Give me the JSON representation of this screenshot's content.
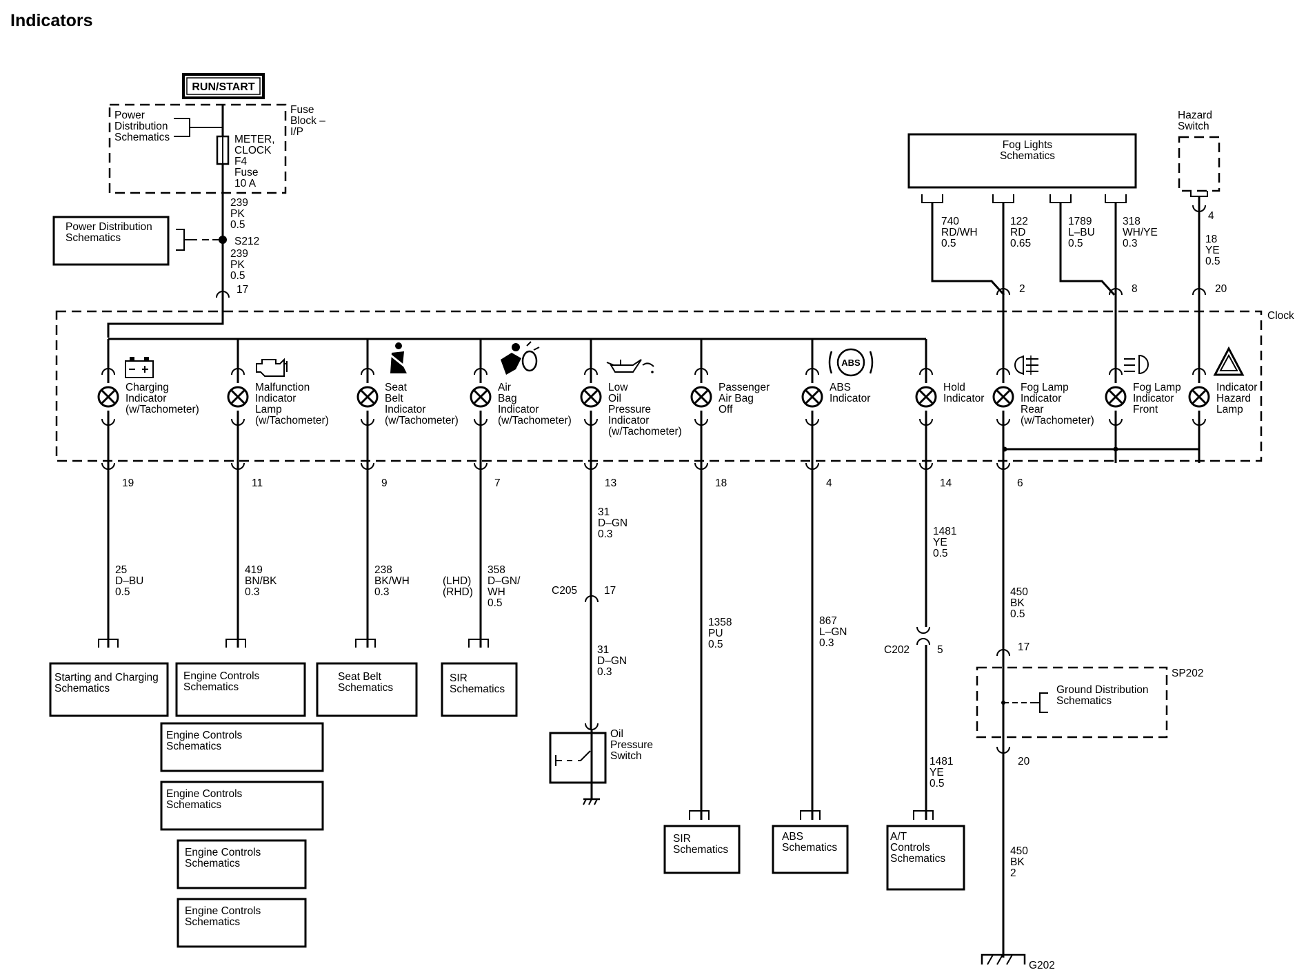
{
  "title": "Indicators",
  "run_start": "RUN/START",
  "fuse_block": {
    "label": [
      "Fuse",
      "Block –",
      "I/P"
    ],
    "power_dist": [
      "Power",
      "Distribution",
      "Schematics"
    ],
    "fuse": [
      "METER,",
      "CLOCK",
      "F4",
      "Fuse",
      "10 A"
    ]
  },
  "power_dist_box": [
    "Power Distribution",
    "Schematics"
  ],
  "splice": "S212",
  "wire_upper": [
    "239",
    "PK",
    "0.5"
  ],
  "wire_lower": [
    "239",
    "PK",
    "0.5"
  ],
  "clock_label": "Clock",
  "clock_pin_top": "17",
  "indicators": [
    {
      "label": [
        "Charging",
        "Indicator",
        "(w/Tachometer)"
      ],
      "pin": "19",
      "wire": [
        "25",
        "D–BU",
        "0.5"
      ],
      "symbol": "battery-icon"
    },
    {
      "label": [
        "Malfunction",
        "Indicator",
        "Lamp",
        "(w/Tachometer)"
      ],
      "pin": "11",
      "wire": [
        "419",
        "BN/BK",
        "0.3"
      ],
      "symbol": "engine-icon"
    },
    {
      "label": [
        "Seat",
        "Belt",
        "Indicator",
        "(w/Tachometer)"
      ],
      "pin": "9",
      "wire": [
        "238",
        "BK/WH",
        "0.3"
      ],
      "symbol": "seat-belt-icon"
    },
    {
      "label": [
        "Air",
        "Bag",
        "Indicator",
        "(w/Tachometer)"
      ],
      "pin": "7",
      "wire": [
        "358",
        "D–GN/",
        "WH",
        "0.5"
      ],
      "wire_side": [
        "(LHD)",
        "(RHD)"
      ],
      "symbol": "air-bag-icon"
    },
    {
      "label": [
        "Low",
        "Oil",
        "Pressure",
        "Indicator",
        "(w/Tachometer)"
      ],
      "pin": "13",
      "wire": [
        "31",
        "D–GN",
        "0.3"
      ],
      "symbol": "oil-can-icon"
    },
    {
      "label": [
        "Passenger",
        "Air Bag",
        "Off"
      ],
      "pin": "18",
      "wire": [
        "1358",
        "PU",
        "0.5"
      ]
    },
    {
      "label": [
        "ABS",
        "Indicator"
      ],
      "pin": "4",
      "wire": [
        "867",
        "L–GN",
        "0.3"
      ],
      "symbol": "abs-icon",
      "symbol_text": "ABS"
    },
    {
      "label": [
        "Hold",
        "Indicator"
      ],
      "pin": "14",
      "wire": [
        "1481",
        "YE",
        "0.5"
      ]
    },
    {
      "label": [
        "Fog Lamp",
        "Indicator",
        "Rear",
        "(w/Tachometer)"
      ],
      "pin": "6",
      "top_pin": "2",
      "symbol": "rear-fog-icon"
    },
    {
      "label": [
        "Fog Lamp",
        "Indicator",
        "Front"
      ],
      "top_pin": "8",
      "symbol": "front-fog-icon"
    },
    {
      "label": [
        "Indicator",
        "Hazard",
        "Lamp"
      ],
      "top_pin": "20",
      "symbol": "hazard-icon"
    }
  ],
  "fog_lights": {
    "title": [
      "Fog Lights",
      "Schematics"
    ],
    "wires": [
      [
        "740",
        "RD/WH",
        "0.5"
      ],
      [
        "122",
        "RD",
        "0.65"
      ],
      [
        "1789",
        "L–BU",
        "0.5"
      ],
      [
        "318",
        "WH/YE",
        "0.3"
      ]
    ]
  },
  "hazard": {
    "label": [
      "Hazard",
      "Switch"
    ],
    "pin": "4",
    "wire": [
      "18",
      "YE",
      "0.5"
    ]
  },
  "bottom_boxes": {
    "starting_charging": [
      "Starting and Charging",
      "Schematics"
    ],
    "engine_controls": [
      "Engine Controls",
      "Schematics"
    ],
    "seat_belt": [
      "Seat Belt",
      "Schematics"
    ],
    "sir": [
      "SIR",
      "Schematics"
    ],
    "sir2": [
      "SIR",
      "Schematics"
    ],
    "abs": [
      "ABS",
      "Schematics"
    ],
    "at_controls": [
      "A/T",
      "Controls",
      "Schematics"
    ]
  },
  "c205": {
    "name": "C205",
    "pin": "17",
    "wire_lower": [
      "31",
      "D–GN",
      "0.3"
    ]
  },
  "oil_switch": [
    "Oil",
    "Pressure",
    "Switch"
  ],
  "c202": {
    "name": "C202",
    "pin": "5",
    "wire_lower": [
      "1481",
      "YE",
      "0.5"
    ]
  },
  "ground": {
    "wire_upper": [
      "450",
      "BK",
      "0.5"
    ],
    "sp202": "SP202",
    "pin_top": "17",
    "pin_bottom": "20",
    "ground_dist": [
      "Ground Distribution",
      "Schematics"
    ],
    "wire_lower": [
      "450",
      "BK",
      "2"
    ],
    "g202": "G202"
  }
}
